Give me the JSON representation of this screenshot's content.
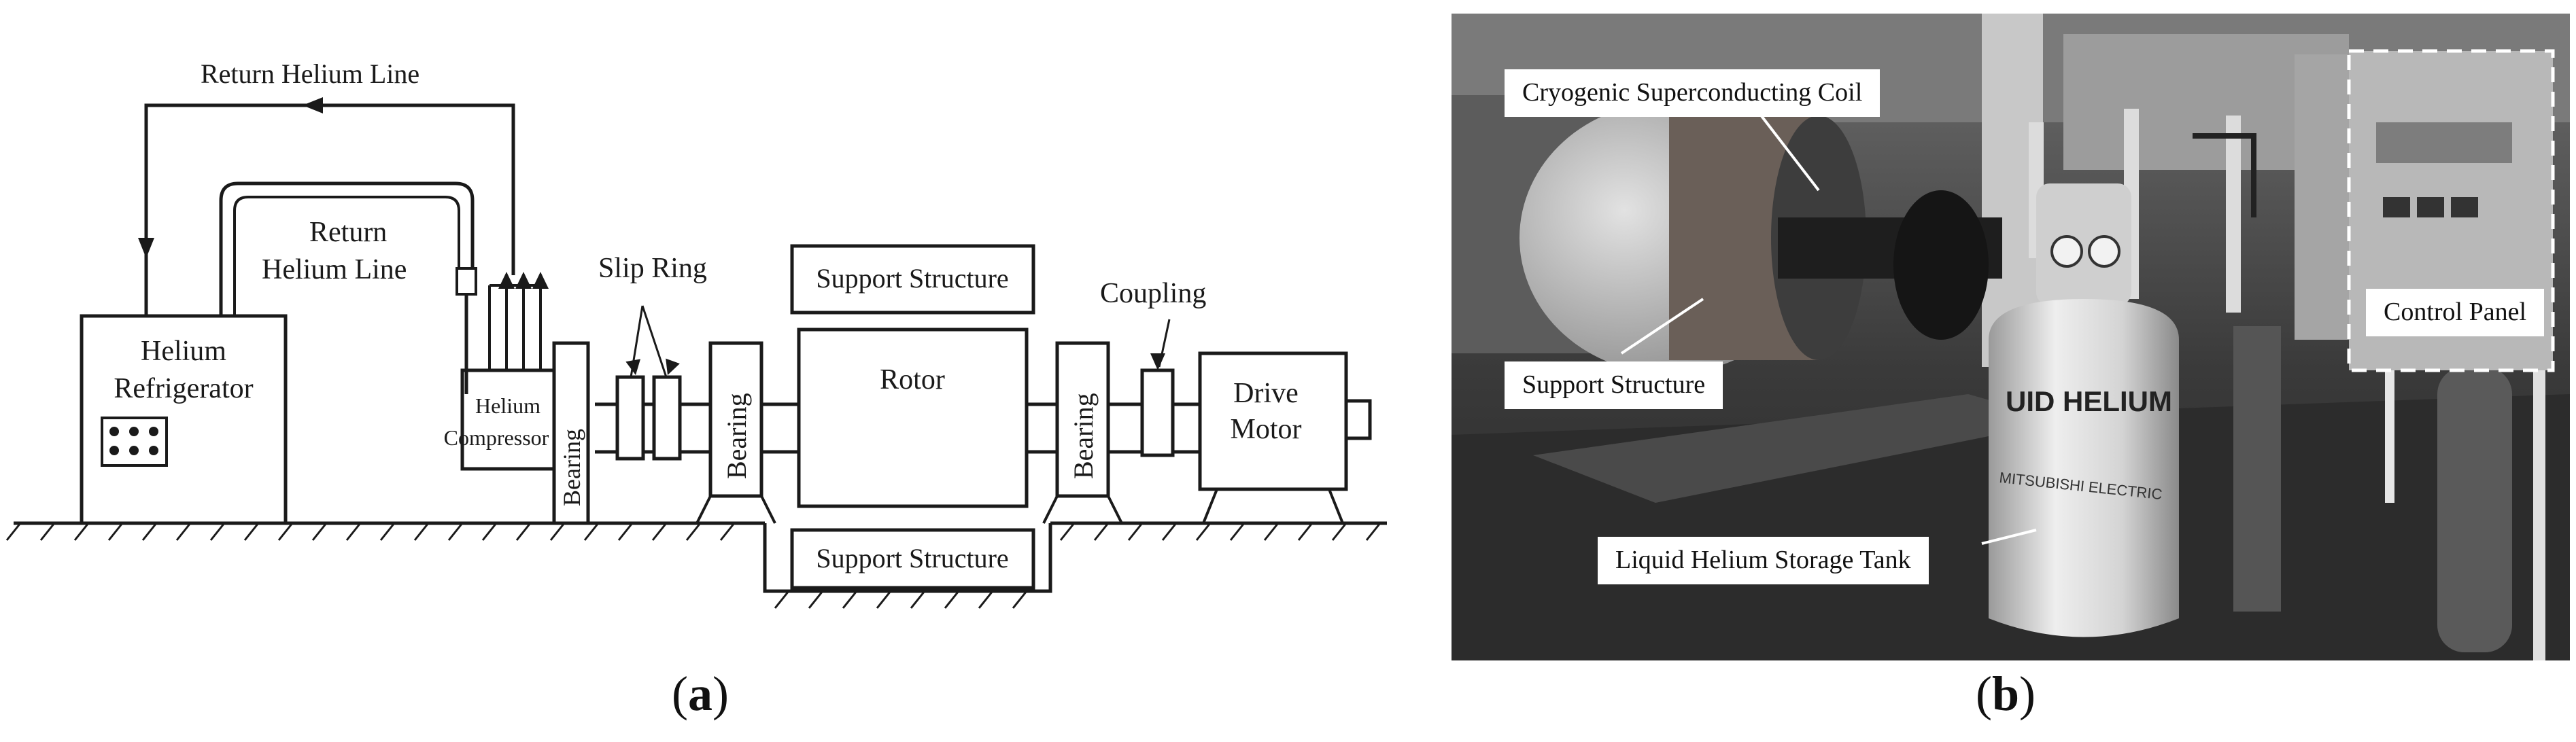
{
  "panel_a": {
    "caption_letter": "a",
    "labels": {
      "return_line_top": "Return Helium Line",
      "return_line_inner_1": "Return",
      "return_line_inner_2": "Helium Line",
      "refrigerator_1": "Helium",
      "refrigerator_2": "Refrigerator",
      "compressor_1": "Helium",
      "compressor_2": "Compressor",
      "bearing": "Bearing",
      "slip_ring": "Slip Ring",
      "support_top": "Support Structure",
      "support_bottom": "Support Structure",
      "rotor": "Rotor",
      "coupling": "Coupling",
      "drive_motor_1": "Drive",
      "drive_motor_2": "Motor"
    }
  },
  "panel_b": {
    "caption_letter": "b",
    "labels": {
      "coil": "Cryogenic Superconducting Coil",
      "control_panel": "Control Panel",
      "support": "Support Structure",
      "tank": "Liquid Helium Storage Tank",
      "tank_text_1": "UID HELIUM",
      "tank_text_2": "MITSUBISHI ELECTRIC"
    }
  }
}
